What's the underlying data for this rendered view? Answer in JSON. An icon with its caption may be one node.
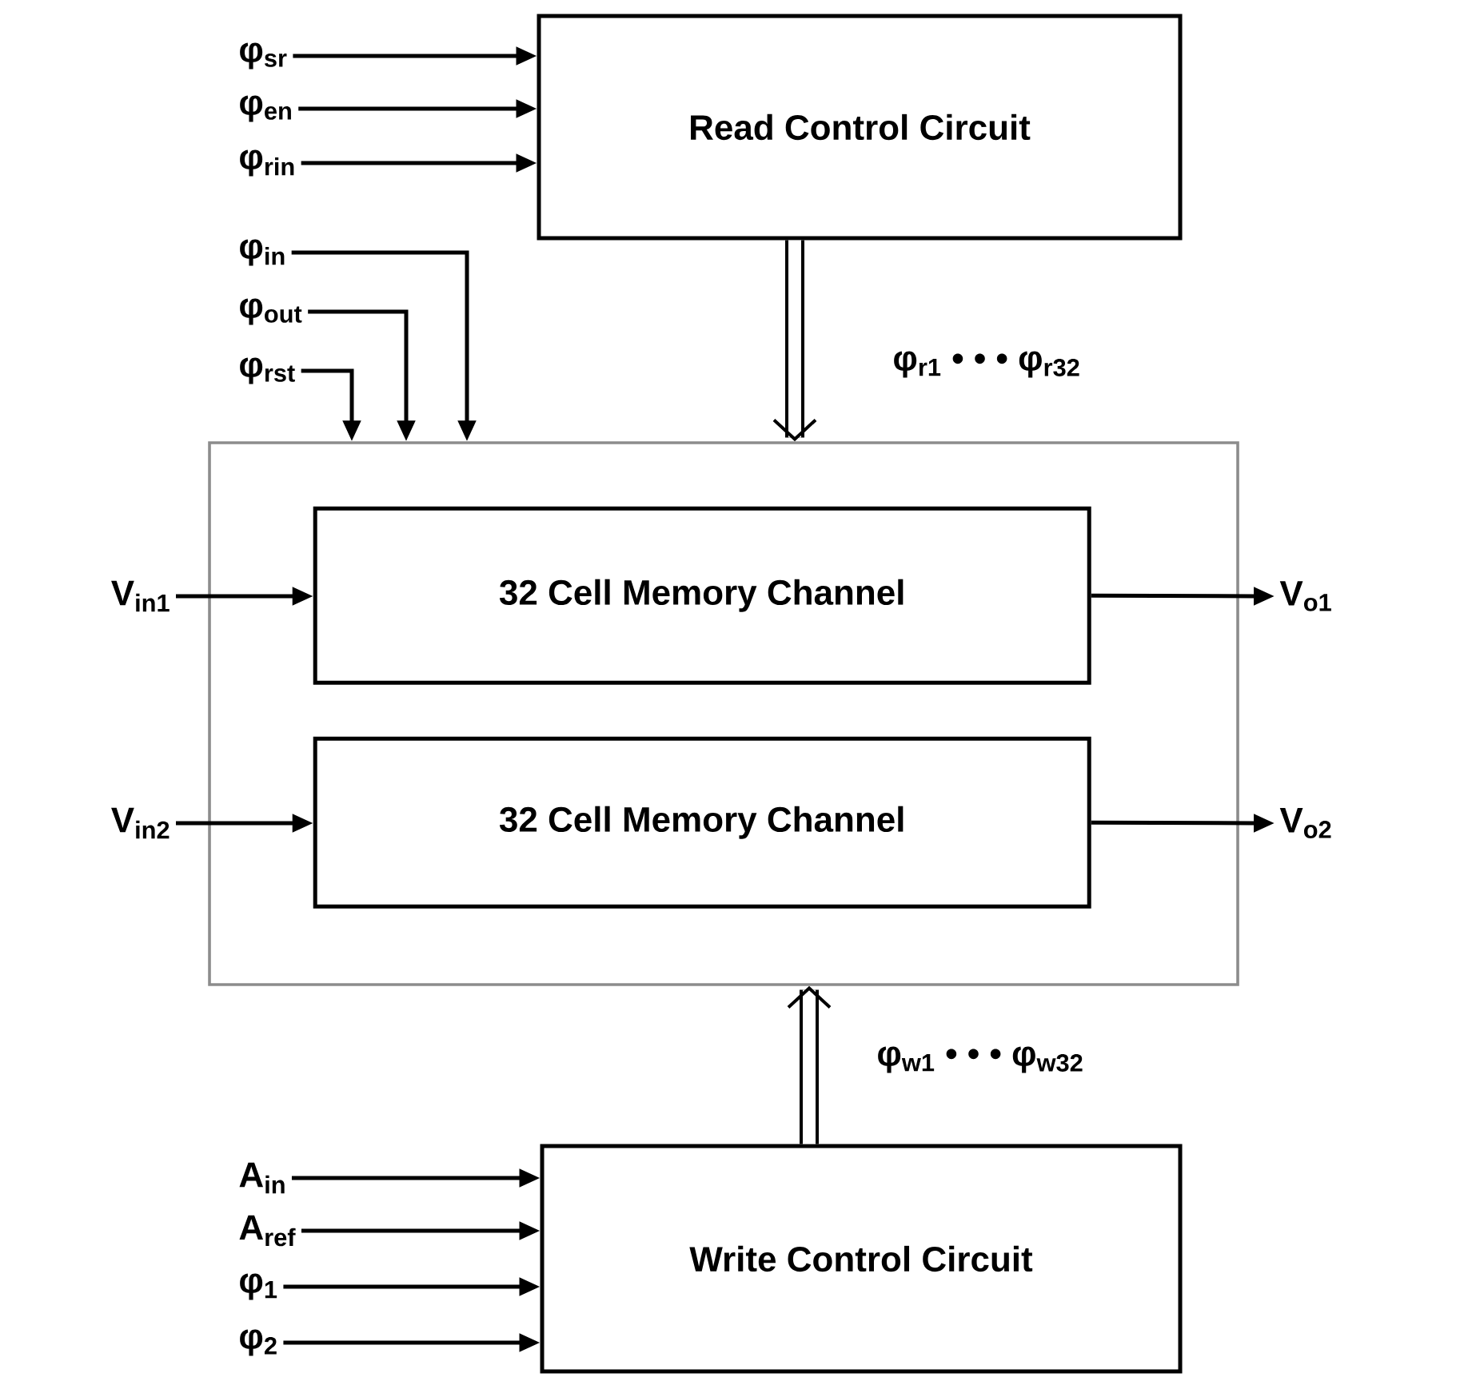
{
  "diagram": {
    "nodes": [
      {
        "text": [
          "Read Control Circuit"
        ]
      },
      {
        "text": [],
        "shape": "box"
      },
      {
        "text": [
          "32 Cell Memory Channel"
        ],
        "in": 1
      },
      {
        "text": [
          "32 Cell Memory Channel"
        ],
        "in": 1
      },
      {
        "text": [
          "Write Control Circuit"
        ]
      },
      {
        "text": [
          "φ$_{sr}$"
        ]
      },
      {
        "text": [
          "φ$_{en}$"
        ]
      },
      {
        "text": [
          "φ$_{rin}$"
        ]
      },
      {
        "text": [
          "φ$_{in}$"
        ]
      },
      {
        "text": [
          "φ$_{out}$"
        ]
      },
      {
        "text": [
          "φ$_{rst}$"
        ]
      },
      {
        "text": [
          "V$_{in1}$"
        ]
      },
      {
        "text": [
          "V$_{in2}$"
        ]
      },
      {
        "text": [
          "V$_{o1}$"
        ]
      },
      {
        "text": [
          "V$_{o2}$"
        ]
      },
      {
        "text": [
          "A$_{in}$"
        ]
      },
      {
        "text": [
          "A$_{ref}$"
        ]
      },
      {
        "text": [
          "φ$_{1}$"
        ]
      },
      {
        "text": [
          "φ$_{2}$"
        ]
      }
    ],
    "edges": [
      {
        "from": 5,
        "to": 0,
        "arrow": "to"
      },
      {
        "from": 6,
        "to": 0,
        "arrow": "to"
      },
      {
        "from": 7,
        "to": 0,
        "arrow": "to"
      },
      {
        "from": 8,
        "to": 1,
        "arrow": "to"
      },
      {
        "from": 9,
        "to": 1,
        "arrow": "to"
      },
      {
        "from": 10,
        "to": 1,
        "arrow": "to"
      },
      {
        "from": 0,
        "to": 1,
        "arrow": "to",
        "label": "φ$_{r1}$ • • • φ$_{r32}$",
        "style": "thick"
      },
      {
        "from": 11,
        "to": 2,
        "arrow": "to"
      },
      {
        "from": 12,
        "to": 3,
        "arrow": "to"
      },
      {
        "from": 2,
        "to": 13,
        "arrow": "to"
      },
      {
        "from": 3,
        "to": 14,
        "arrow": "to"
      },
      {
        "from": 15,
        "to": 4,
        "arrow": "to"
      },
      {
        "from": 16,
        "to": 4,
        "arrow": "to"
      },
      {
        "from": 17,
        "to": 4,
        "arrow": "to"
      },
      {
        "from": 18,
        "to": 4,
        "arrow": "to"
      },
      {
        "from": 4,
        "to": 1,
        "arrow": "to",
        "label": "φ$_{w1}$ • • • φ$_{w32}$",
        "style": "thick"
      }
    ]
  }
}
